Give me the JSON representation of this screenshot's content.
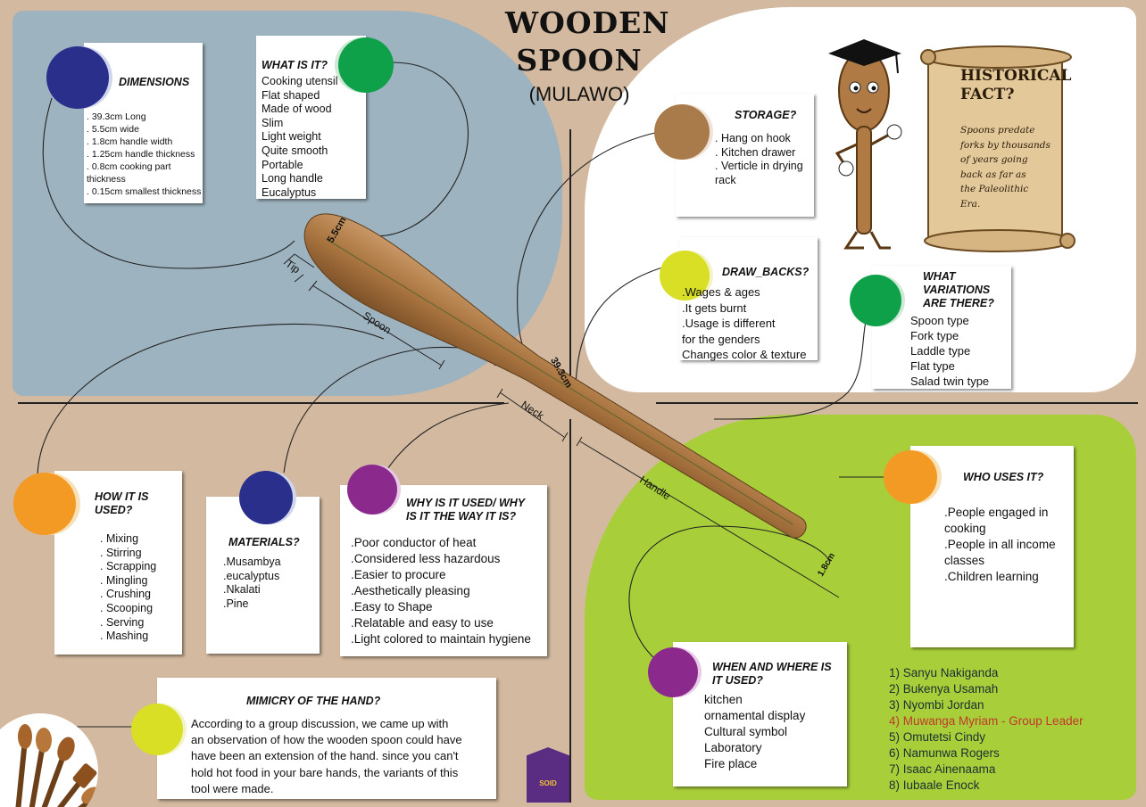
{
  "title": {
    "line1": "WOODEN",
    "line2": "SPOON",
    "line3": "(MULAWO)"
  },
  "colors": {
    "background": "#d2b99f",
    "blue_panel": "#9db3bf",
    "green_panel": "#a8cf3a",
    "navy": "#2a2f8c",
    "green": "#0fa04a",
    "orange": "#f39a24",
    "purple": "#8b2a8c",
    "yellow": "#d8df24",
    "brown": "#a97b4b"
  },
  "dimensions": {
    "title": "DIMENSIONS",
    "items": ". 39.3cm Long\n. 5.5cm wide\n. 1.8cm handle width\n. 1.25cm handle thickness\n. 0.8cm cooking part\nthickness\n. 0.15cm smallest thickness"
  },
  "what_is_it": {
    "title": "WHAT IS IT?",
    "items": "Cooking utensil\nFlat shaped\nMade of wood\nSlim\nLight weight\nQuite smooth\nPortable\nLong handle\nEucalyptus"
  },
  "storage": {
    "title": "STORAGE?",
    "items": ". Hang on hook\n. Kitchen drawer\n. Verticle in drying\nrack"
  },
  "drawbacks": {
    "title": "DRAW_BACKS?",
    "items": ".Wages & ages\n.It gets burnt\n.Usage is different\nfor the genders\nChanges color & texture"
  },
  "variations": {
    "title": "WHAT\nVARIATIONS\nARE THERE?",
    "items": "Spoon type\nFork type\nLaddle type\nFlat type\nSalad twin type"
  },
  "historical": {
    "title": "HISTORICAL\nFACT?",
    "text": "Spoons predate\nforks by thousands\nof years going\nback as far as\nthe  Paleolithic\nEra."
  },
  "who_uses": {
    "title": "WHO USES IT?",
    "items": ".People engaged in\ncooking\n.People in all income\nclasses\n.Children learning"
  },
  "when_where": {
    "title": "WHEN AND WHERE IS\nIT USED?",
    "items": "kitchen\nornamental display\nCultural symbol\nLaboratory\nFire place"
  },
  "how_used": {
    "title": "HOW  IT IS\nUSED?",
    "items": ". Mixing\n. Stirring\n. Scrapping\n. Mingling\n. Crushing\n. Scooping\n. Serving\n. Mashing"
  },
  "materials": {
    "title": "MATERIALS?",
    "items": ".Musambya\n.eucalyptus\n.Nkalati\n.Pine"
  },
  "why_used": {
    "title": "WHY IS IT USED/ WHY\nIS IT THE WAY IT IS?",
    "items": ".Poor conductor of heat\n.Considered less hazardous\n.Easier to procure\n.Aesthetically pleasing\n.Easy to Shape\n.Relatable and easy to use\n.Light colored to maintain hygiene"
  },
  "mimicry": {
    "title": "MIMICRY OF THE HAND?",
    "text": "According to a group discussion, we came up with\nan observation of how the wooden spoon could have\nhave been an extension of the hand. since you can't\nhold hot food in your bare hands, the variants of this\ntool were made."
  },
  "spoon_labels": {
    "width": "5.5cm",
    "length": "39.3cm",
    "handle_width": "1.8cm",
    "tip": "Tip",
    "spoon": "Spoon",
    "neck": "Neck",
    "handle": "Handle"
  },
  "team": [
    {
      "text": "1) Sanyu Nakiganda"
    },
    {
      "text": "2) Bukenya Usamah"
    },
    {
      "text": "3) Nyombi Jordan"
    },
    {
      "text": "4) Muwanga Myriam - Group Leader",
      "lead": true
    },
    {
      "text": "5) Omutetsi Cindy"
    },
    {
      "text": "6) Namunwa Rogers"
    },
    {
      "text": "7) Isaac Ainenaama"
    },
    {
      "text": "8) Iubaale Enock"
    }
  ],
  "logo": {
    "text": "SOID"
  },
  "icons": [
    "graduation-spoon-mascot",
    "scroll-icon",
    "utensil-photo",
    "school-logo-icon"
  ]
}
